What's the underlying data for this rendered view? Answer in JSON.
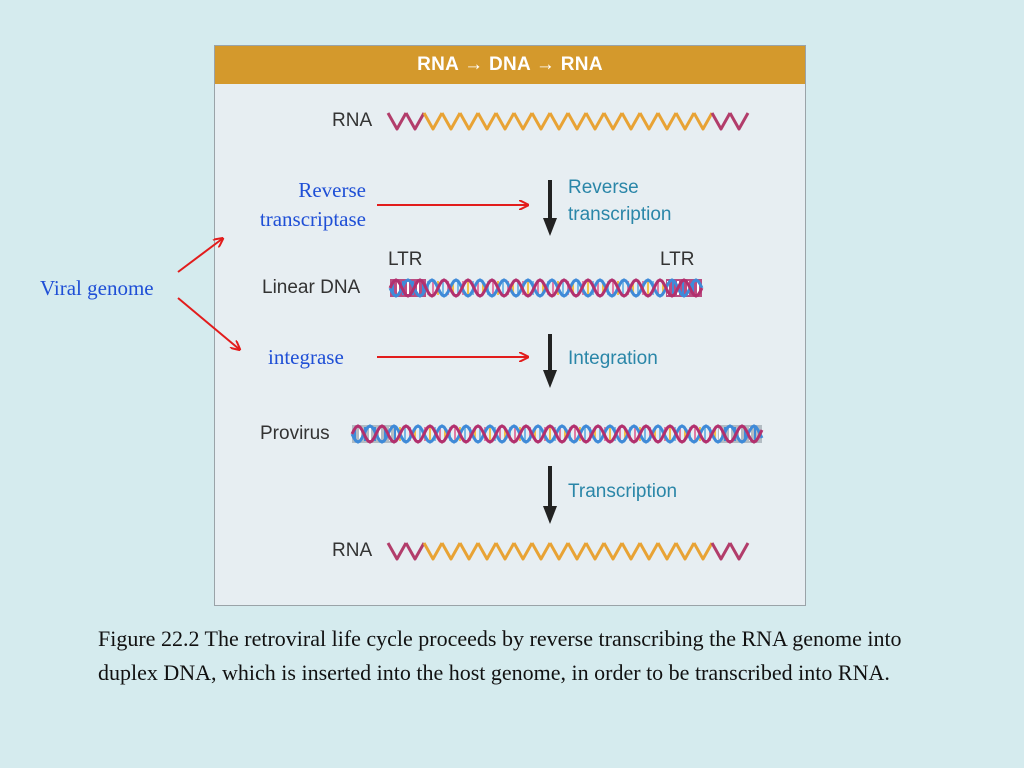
{
  "panel": {
    "title": "RNA → DNA → RNA",
    "labels": {
      "rna_top": "RNA",
      "ltr_left": "LTR",
      "ltr_right": "LTR",
      "linear_dna": "Linear DNA",
      "provirus": "Provirus",
      "rna_bottom": "RNA"
    },
    "steps": {
      "reverse_transcription_1": "Reverse",
      "reverse_transcription_2": "transcription",
      "integration": "Integration",
      "transcription": "Transcription"
    }
  },
  "annotations": {
    "reverse_transcriptase_1": "Reverse",
    "reverse_transcriptase_2": "transcriptase",
    "viral_genome": "Viral genome",
    "integrase": "integrase"
  },
  "caption": "Figure 22.2  The retroviral life cycle proceeds by reverse transcribing the RNA genome into duplex DNA, which is inserted into the host genome, in order to be transcribed into RNA.",
  "colors": {
    "background": "#d5ebee",
    "panel_header": "#d4992c",
    "rna_end": "#b23d6b",
    "rna_mid": "#e8a335",
    "step_text": "#2a86a8",
    "annotation_text": "#1f4fd6",
    "annotation_arrow": "#e21c1c",
    "dna_blue": "#3f8ad8",
    "dna_magenta": "#b2306e"
  }
}
